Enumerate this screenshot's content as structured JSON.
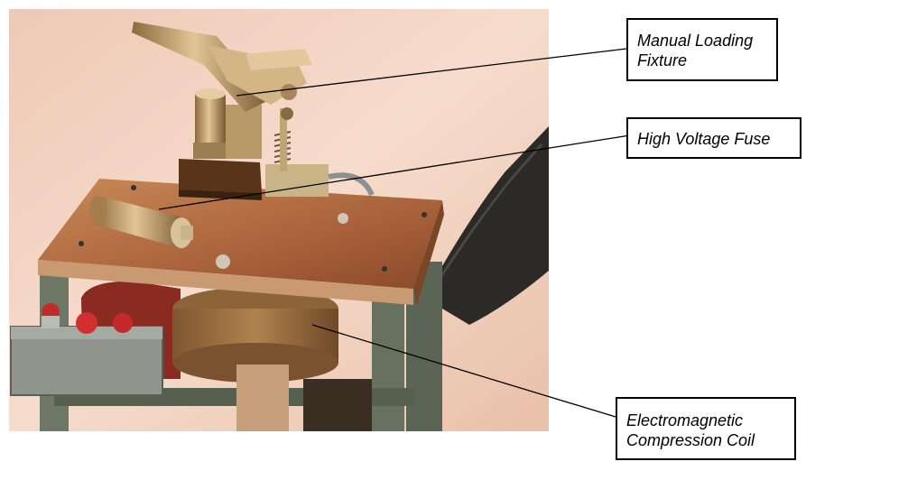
{
  "callouts": {
    "fixture": {
      "line1": "Manual Loading",
      "line2": "Fixture"
    },
    "fuse": {
      "line1": "High Voltage Fuse"
    },
    "coil": {
      "line1": "Electromagnetic",
      "line2": "Compression Coil"
    }
  },
  "colors": {
    "background": "#f5d2c0",
    "table_top": "#b06a3a",
    "frame": "#6e7a66",
    "coil": "#9a6a3a",
    "hose": "#2a2a28"
  }
}
